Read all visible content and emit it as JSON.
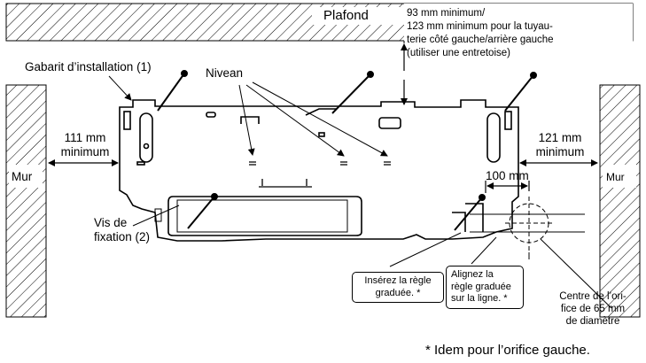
{
  "labels": {
    "ceiling": "Plafond",
    "clearance_top_line1": "93 mm minimum/",
    "clearance_top_line2": "123 mm minimum pour la tuyau-",
    "clearance_top_line3": "terie côté gauche/arrière gauche",
    "clearance_top_line4": "(utiliser une entretoise)",
    "template": "Gabarit d’installation (1)",
    "level": "Nivean",
    "left_clearance_value": "111 mm",
    "left_clearance_min": "minimum",
    "right_clearance_value": "121 mm",
    "right_clearance_min": "minimum",
    "wall_left": "Mur",
    "wall_right": "Mur",
    "offset": "100 mm",
    "screws_line1": "Vis de",
    "screws_line2": "fixation (2)",
    "insert_ruler_line1": "Insérez la règle",
    "insert_ruler_line2": "graduée. *",
    "align_ruler_line1": "Alignez la",
    "align_ruler_line2": "règle graduée",
    "align_ruler_line3": "sur la ligne. *",
    "hole_line1": "Centre de l’ori-",
    "hole_line2": "fice de 65 mm",
    "hole_line3": "de diamètre",
    "footnote": "* Idem pour l’orifice gauche."
  }
}
